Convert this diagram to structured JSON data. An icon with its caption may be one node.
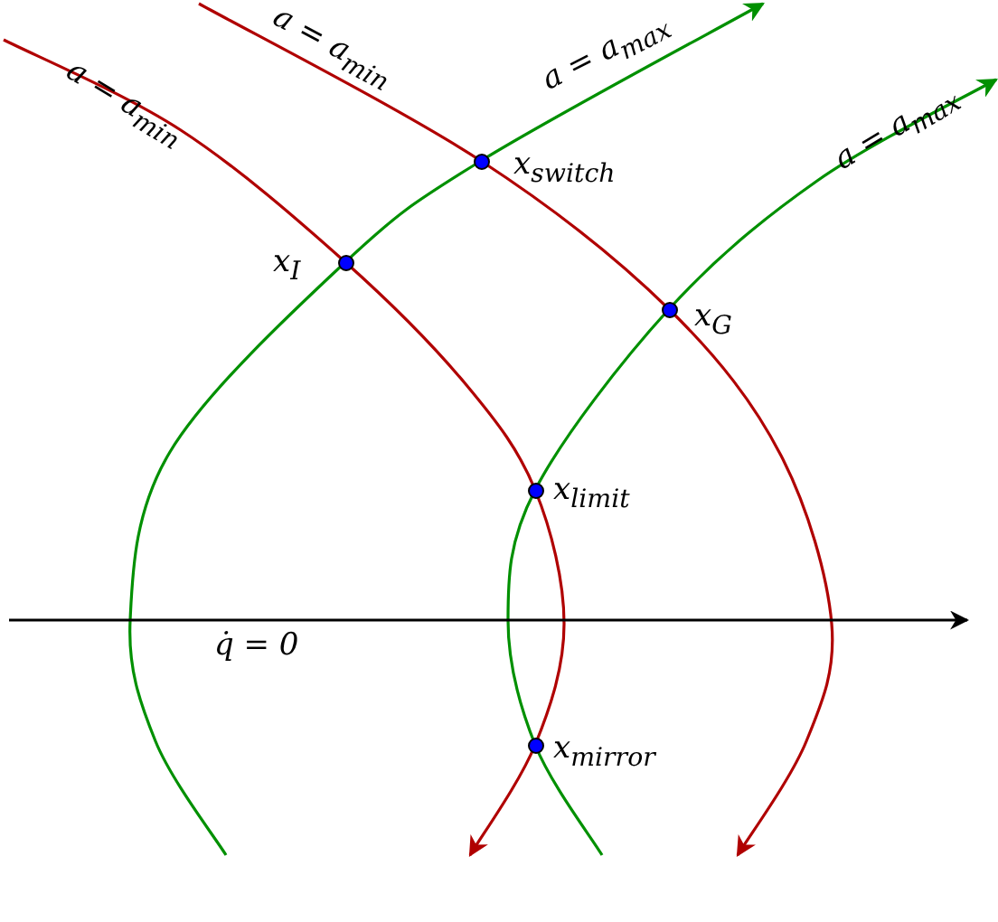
{
  "diagram": {
    "nodes": [
      {
        "text": [],
        "shape": "circle",
        "beside": [
          "x$_{switch}$"
        ]
      },
      {
        "text": [],
        "shape": "circle",
        "beside": [
          "x$_{I}$"
        ]
      },
      {
        "text": [],
        "shape": "circle",
        "beside": [
          "x$_{G}$"
        ]
      },
      {
        "text": [],
        "shape": "circle",
        "beside": [
          "x$_{limit}$"
        ]
      },
      {
        "text": [],
        "shape": "circle",
        "beside": [
          "x$_{mirror}$"
        ]
      }
    ],
    "labels": [
      "a = a$_{min}$",
      "a = a$_{min}$",
      "a = a$_{max}$",
      "a = a$_{max}$",
      "q̇ = 0"
    ]
  }
}
